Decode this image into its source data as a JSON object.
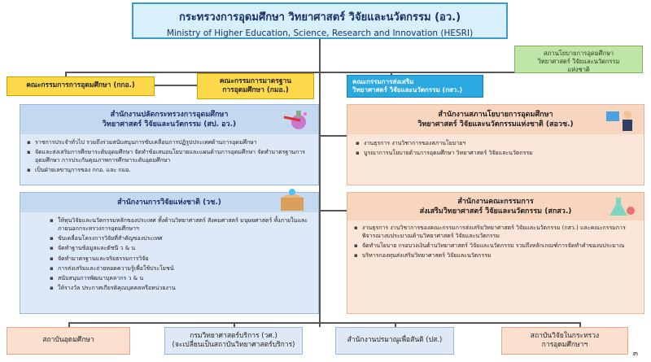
{
  "ministry": {
    "name_th": "กระทรวงการอุดมศึกษา วิทยาศาสตร์ วิจัยและนวัตกรรม (อว.)",
    "name_en": "Ministry of Higher Education, Science, Research and Innovation (HESRI)"
  },
  "committees": {
    "higher_ed": "คณะกรรมการการอุดมศึกษา (กกอ.)",
    "standards_line1": "คณะกรรมการมาตรฐาน",
    "standards_line2": "การอุดมศึกษา (กมอ.)",
    "promotion_line1": "คณะกรรมการส่งเสริม",
    "promotion_line2": "วิทยาศาสตร์ วิจัยและนวัตกรรม (กสว.)",
    "policy_council_line1": "สภานโยบายการอุดมศึกษา",
    "policy_council_line2": "วิทยาศาสตร์ วิจัยและนวัตกรรม",
    "policy_council_line3": "แห่งชาติ"
  },
  "ops": {
    "title_line1": "สำนักงานปลัดกระทรวงการอุดมศึกษา",
    "title_line2": "วิทยาศาสตร์ วิจัยและนวัตกรรม (สป. อว.)",
    "items": [
      "ราชการประจำทั่วไป รวมถึงร่วมสนับสนุนการขับเคลื่อนการปฏิรูปประเทศด้านการอุดมศึกษา",
      "จัดและส่งเสริมการศึกษาระดับอุดมศึกษา จัดทำข้อเสนอนโยบายและแผนด้านการอุดมศึกษา จัดทำมาตรฐานการอุดมศึกษา การประกันคุณภาพการศึกษาระดับอุดมศึกษา",
      "เป็นฝ่ายเลขานุการของ กกอ. และ กมอ."
    ]
  },
  "policy_office": {
    "title_line1": "สำนักงานสภานโยบายการอุดมศึกษา",
    "title_line2": "วิทยาศาสตร์ วิจัยและนวัตกรรมแห่งชาติ (สอวช.)",
    "items": [
      "งานธุรการ งานวิชาการของสภานโยบายฯ",
      "บูรณาการนโยบายด้านการอุดมศึกษา วิทยาศาสตร์ วิจัยและนวัตกรรม"
    ]
  },
  "nrct": {
    "title": "สำนักงานการวิจัยแห่งชาติ (วช.)",
    "items": [
      "ให้ทุนวิจัยและนวัตกรรมหลักของประเทศ ทั้งด้านวิทยาศาสตร์ สังคมศาสตร์ มนุษยศาสตร์ ทั้งภายในและภายนอกกระทรวงการอุดมศึกษาฯ",
      "ขับเคลื่อนโครงการวิจัยที่สำคัญของประเทศ",
      "จัดทำฐานข้อมูลและดัชนี ว & น",
      "จัดทำมาตรฐานและจริยธรรมการวิจัย",
      "การส่งเสริมและถ่ายทอดความรู้เพื่อใช้ประโยชน์",
      "สนับสนุนการพัฒนาบุคลากร ว & น",
      "ให้รางวัล ประกาศเกียรติคุณบุคคลหรือหน่วยงาน"
    ]
  },
  "tsri": {
    "title_line1": "สำนักงานคณะกรรมการ",
    "title_line2": "ส่งเสริมวิทยาศาสตร์ วิจัยและนวัตกรรม (สกสว.)",
    "items": [
      "งานธุรการ งานวิชาการของคณะกรรมการส่งเสริมวิทยาศาสตร์ วิจัยและนวัตกรรม (กสว.) และคณะกรรมการพิจารณางบประมาณด้านวิทยาศาสตร์ วิจัยและนวัตกรรม",
      "จัดทำนโยบาย กรอบวงเงินด้านวิทยาศาสตร์ วิจัยและนวัตกรรม รวมถึงหลักเกณฑ์การจัดทำคำของบประมาณ",
      "บริหารกองทุนส่งเสริมวิทยาศาสตร์ วิจัยและนวัตกรรม"
    ]
  },
  "bottom": {
    "univ": "สถาบันอุดมศึกษา",
    "dss_line1": "กรมวิทยาศาสตร์บริการ (วศ.)",
    "dss_line2": "(จะเปลี่ยนเป็นสถาบันวิทยาศาสตร์บริการ)",
    "oaep": "สำนักงานปรมาณูเพื่อสันติ (ปส.)",
    "inst_line1": "สถาบันวิจัยในกระทรวง",
    "inst_line2": "การอุดมศึกษาฯ"
  },
  "page_number": "๓"
}
